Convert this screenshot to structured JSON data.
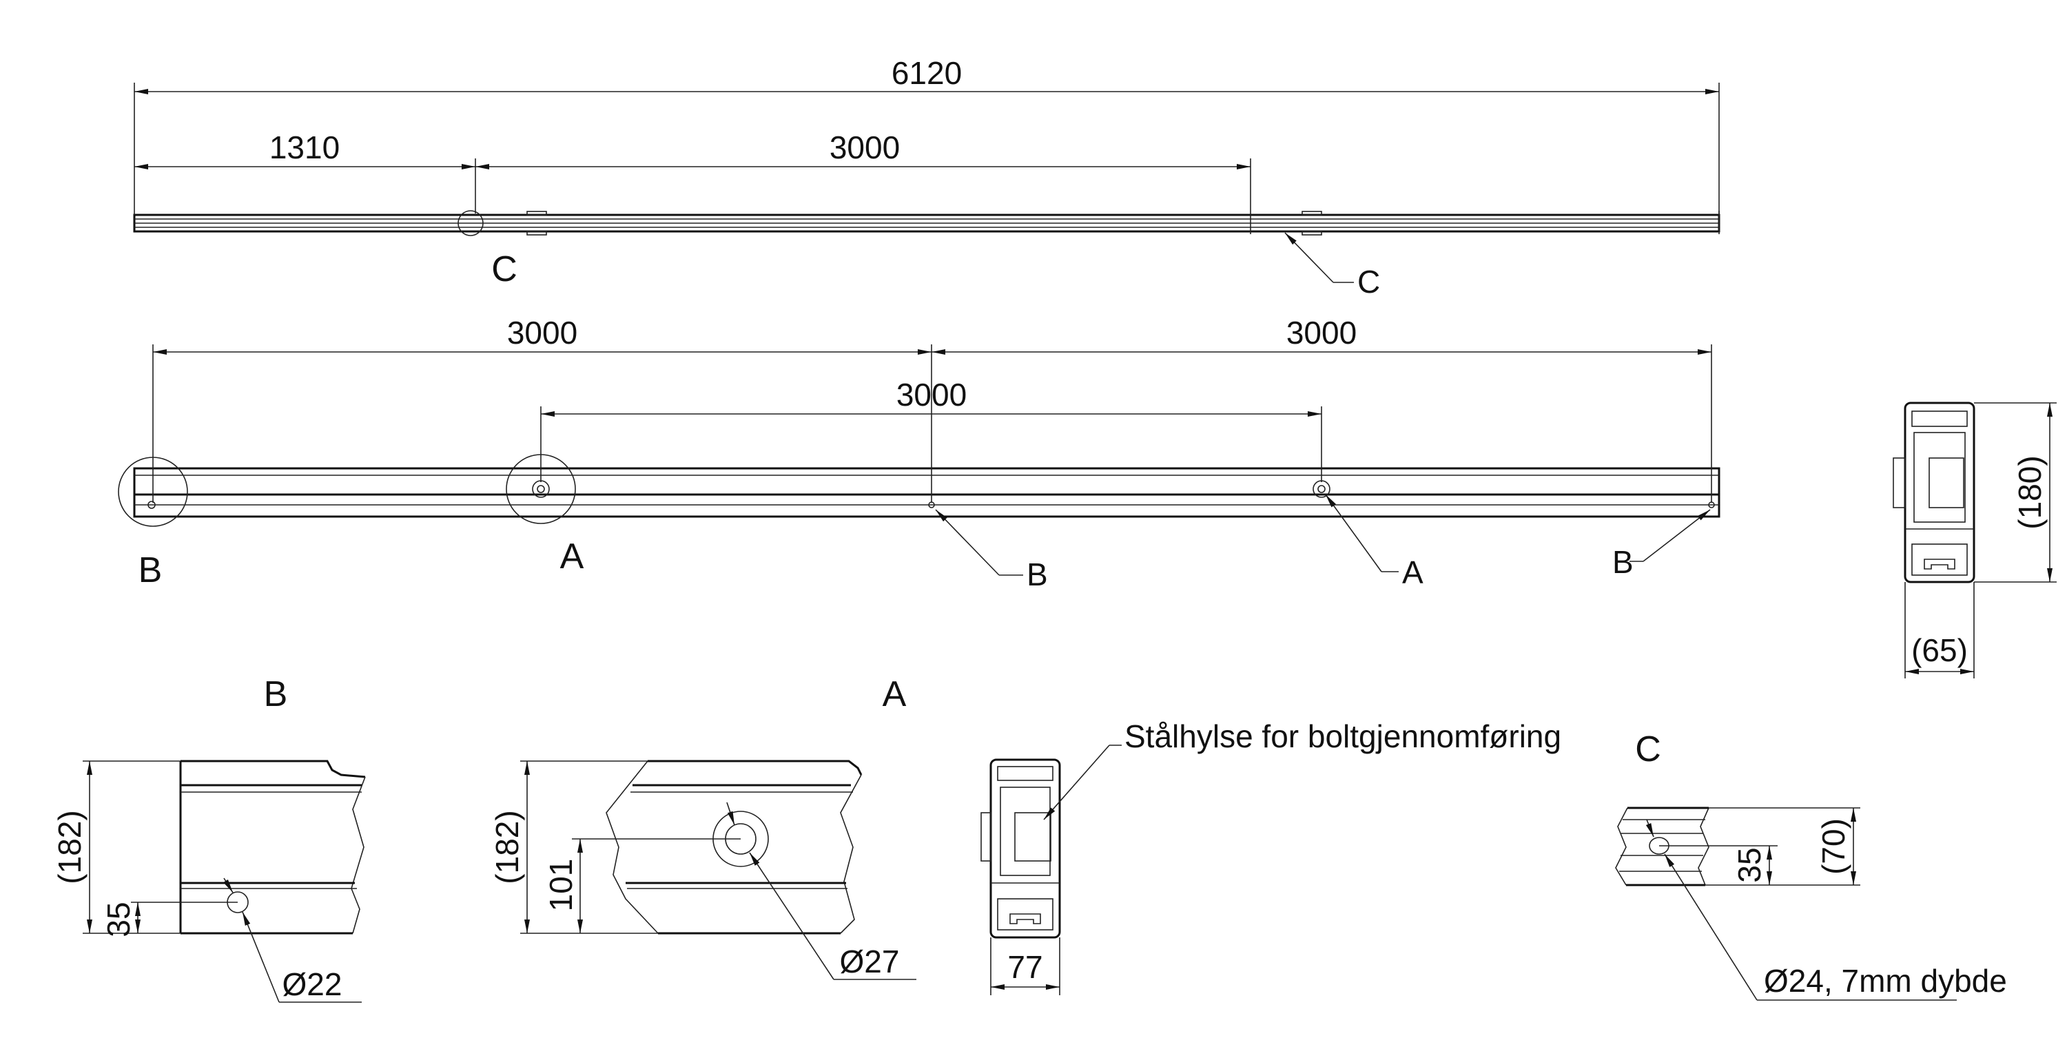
{
  "dims": {
    "total_length": "6120",
    "d1310": "1310",
    "d3000_top": "3000",
    "d3000_left": "3000",
    "d3000_right": "3000",
    "d3000_mid": "3000",
    "d180": "(180)",
    "d65": "(65)",
    "d182_b": "(182)",
    "d35_b": "35",
    "dia22": "Ø22",
    "d182_a": "(182)",
    "d101": "101",
    "dia27": "Ø27",
    "d77": "77",
    "d35_c": "35",
    "d70": "(70)",
    "dia24": "Ø24, 7mm dybde"
  },
  "labels": {
    "c_circle": "C",
    "c_leader": "C",
    "b_circle": "B",
    "a_circle": "A",
    "b_leader_mid": "B",
    "a_leader": "A",
    "b_leader_right": "B",
    "detail_b": "B",
    "detail_a": "A",
    "detail_c": "C"
  },
  "notes": {
    "sleeve": "Stålhylse for boltgjennomføring"
  }
}
